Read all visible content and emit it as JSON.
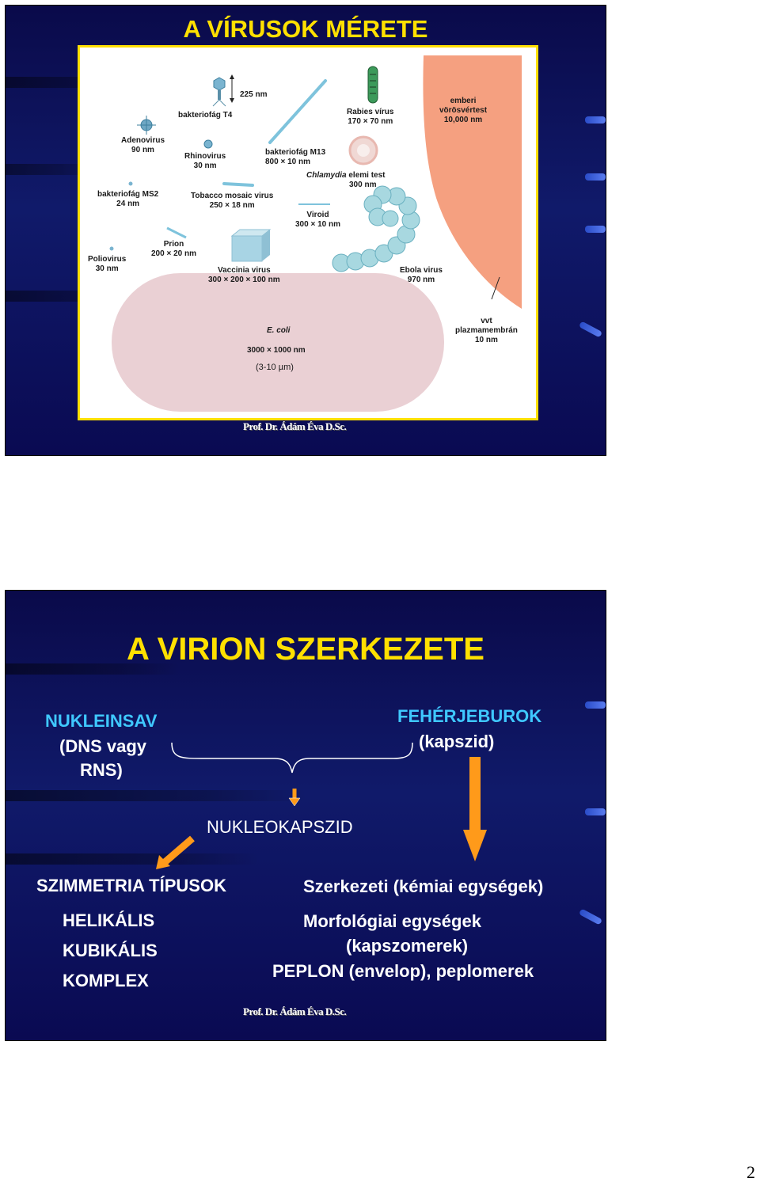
{
  "slide1": {
    "title": "A VÍRUSOK MÉRETE",
    "credit": "Prof. Dr. Ádám Éva D.Sc.",
    "labels": {
      "t4_scale": "225 nm",
      "t4": "bakteriofág T4",
      "adeno_name": "Adenovirus",
      "adeno_size": "90 nm",
      "rhino_name": "Rhinovirus",
      "rhino_size": "30 nm",
      "m13_name": "bakteriofág M13",
      "m13_size": "800 × 10 nm",
      "rabies_name": "Rabies vírus",
      "rabies_size": "170 × 70 nm",
      "rbc_line1": "emberi",
      "rbc_line2": "vörösvértest",
      "rbc_size": "10,000 nm",
      "ms2_name": "bakteriofág MS2",
      "ms2_size": "24 nm",
      "tmv_name": "Tobacco mosaic virus",
      "tmv_size": "250 × 18 nm",
      "chlamydia_name": "Chlamydia",
      "chlamydia_suffix": "elemi test",
      "chlamydia_size": "300 nm",
      "viroid_name": "Viroid",
      "viroid_size": "300 × 10 nm",
      "prion_name": "Prion",
      "prion_size": "200 × 20 nm",
      "polio_name": "Poliovirus",
      "polio_size": "30 nm",
      "vaccinia_name": "Vaccinia virus",
      "vaccinia_size": "300 × 200 × 100 nm",
      "ebola_name": "Ebola virus",
      "ebola_size": "970 nm",
      "pm_line1": "vvt",
      "pm_line2": "plazmamembrán",
      "pm_size": "10 nm",
      "ecoli_name": "E. coli",
      "ecoli_size": "3000 × 1000 nm",
      "ecoli_um": "(3-10 µm)"
    }
  },
  "slide2": {
    "title": "A VIRION SZERKEZETE",
    "nukleinsav": "NUKLEINSAV",
    "dns_vagy": "(DNS vagy",
    "rns": "RNS)",
    "feherjeburok": "FEHÉRJEBUROK",
    "kapszid": "(kapszid)",
    "nukleokapszid": "NUKLEOKAPSZID",
    "szimmetria": "SZIMMETRIA TÍPUSOK",
    "types": [
      "HELIKÁLIS",
      "KUBIKÁLIS",
      "KOMPLEX"
    ],
    "szerkezeti": "Szerkezeti (kémiai egységek)",
    "morfologiai": "Morfológiai egységek",
    "kapszomerek": "(kapszomerek)",
    "peplon": "PEPLON (envelop), peplomerek",
    "credit": "Prof. Dr. Ádám Éva D.Sc."
  },
  "page_number": "2",
  "colors": {
    "title": "#ffe000",
    "cyan": "#3fc8ff",
    "arrow": "#ff9a1a"
  }
}
